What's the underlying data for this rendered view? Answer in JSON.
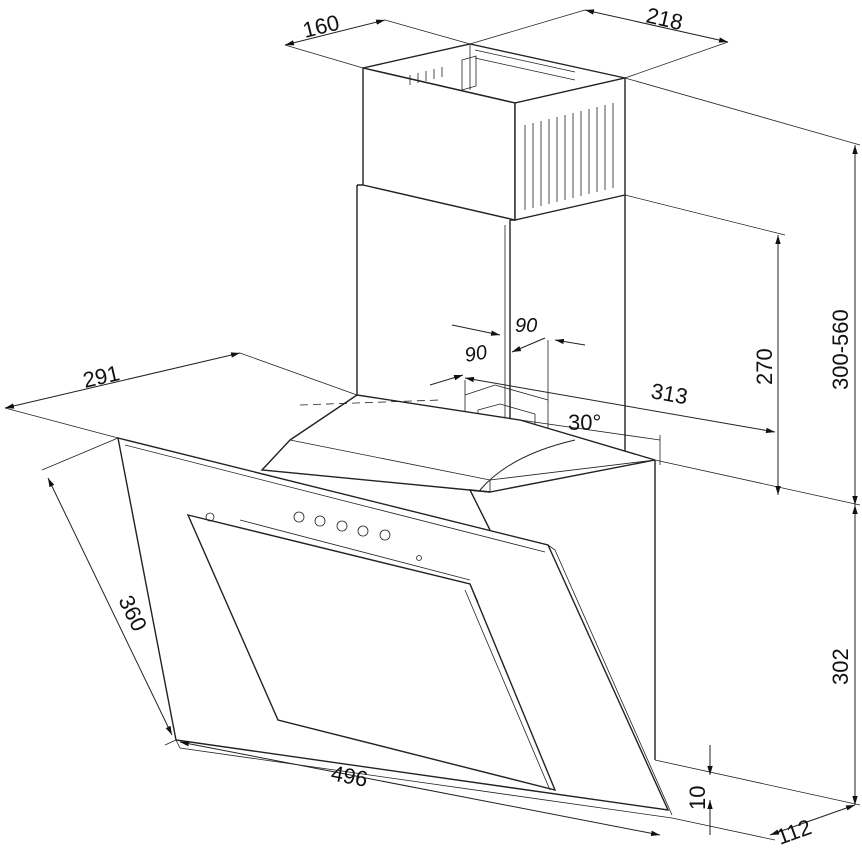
{
  "title": "Range hood dimension drawing",
  "dimensions": {
    "chimney_depth": "160",
    "chimney_width": "218",
    "chimney_height_range": "300-560",
    "lower_chimney_height": "270",
    "outlet_width": "90",
    "outlet_depth": "90",
    "hood_depth": "291",
    "hood_top_width": "313",
    "tilt_angle": "30°",
    "glass_height": "360",
    "body_height": "302",
    "glass_width": "496",
    "glass_offset": "10",
    "bottom_depth": "112"
  }
}
